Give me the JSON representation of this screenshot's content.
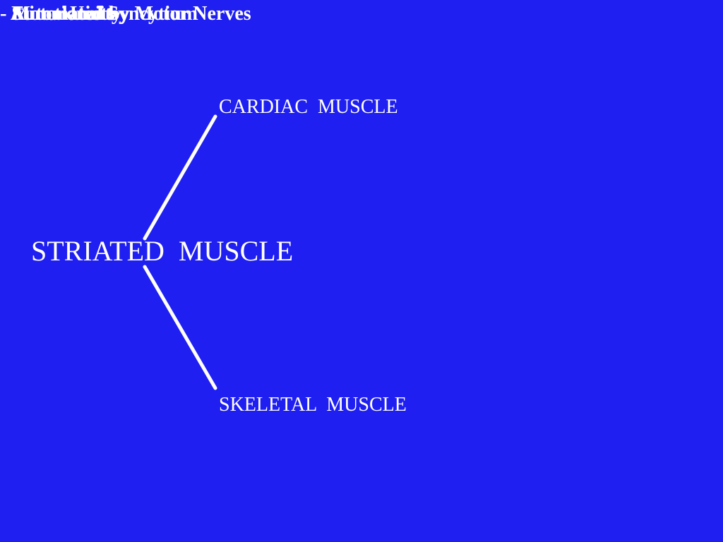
{
  "slide": {
    "background_color": "#1f1ff2",
    "text_color": "#ffffff",
    "main_title": "STRIATED  MUSCLE",
    "branches": [
      {
        "title": "CARDIAC  MUSCLE",
        "points": [
          "- Functional Syncytium",
          "- Automaticity"
        ]
      },
      {
        "title": "SKELETAL  MUSCLE",
        "points": [
          "- Motor Units",
          "- Stimulated by Motor Nerves"
        ]
      }
    ]
  }
}
